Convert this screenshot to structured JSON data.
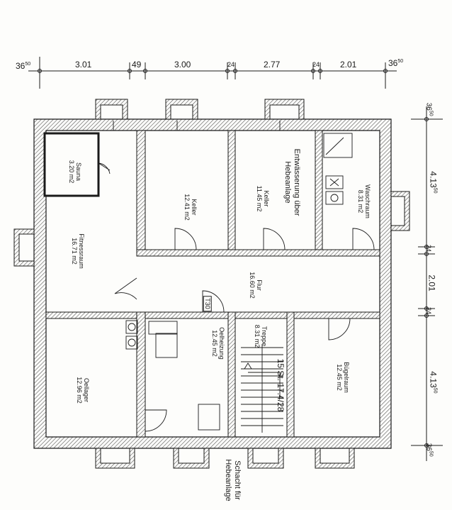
{
  "plan": {
    "top_dimensions": [
      {
        "value": "36",
        "sup": "50"
      },
      {
        "value": "3.01",
        "sup": ""
      },
      {
        "value": "49",
        "sup": ""
      },
      {
        "value": "3.00",
        "sup": ""
      },
      {
        "value": "24",
        "sup": ""
      },
      {
        "value": "2.77",
        "sup": ""
      },
      {
        "value": "24",
        "sup": ""
      },
      {
        "value": "2.01",
        "sup": ""
      },
      {
        "value": "36",
        "sup": "50"
      }
    ],
    "right_dimensions": [
      {
        "value": "36",
        "sup": "50"
      },
      {
        "value": "4.13",
        "sup": "50"
      },
      {
        "value": "24",
        "sup": ""
      },
      {
        "value": "2.01",
        "sup": ""
      },
      {
        "value": "24",
        "sup": ""
      },
      {
        "value": "4.13",
        "sup": "50"
      },
      {
        "value": "36",
        "sup": "50"
      }
    ],
    "rooms": [
      {
        "name": "Sauna",
        "area": "3.20 m2"
      },
      {
        "name": "Fitnessraum",
        "area": "16.71 m2"
      },
      {
        "name": "Keller",
        "area": "12.41 m2"
      },
      {
        "name": "Keller",
        "area": "11.45 m2"
      },
      {
        "name": "Waschraum",
        "area": "8.31 m2"
      },
      {
        "name": "Flur",
        "area": "16.60 m2"
      },
      {
        "name": "Oellager",
        "area": "12.96 m2"
      },
      {
        "name": "Oelheizung",
        "area": "12.45 m2"
      },
      {
        "name": "Treppe",
        "area": "8.31 m2"
      },
      {
        "name": "Bügelraum",
        "area": "12.45 m2"
      }
    ],
    "notes": {
      "drainage": "Entwässerung über Hebeanlage",
      "stairs": "15 St. 17.4/28",
      "fire_door": "T30",
      "shaft": "Schacht für Hebeanlage"
    }
  },
  "colors": {
    "wall_hatch": "#555555",
    "line": "#1a1a1a",
    "paper": "#fdfdfb"
  }
}
